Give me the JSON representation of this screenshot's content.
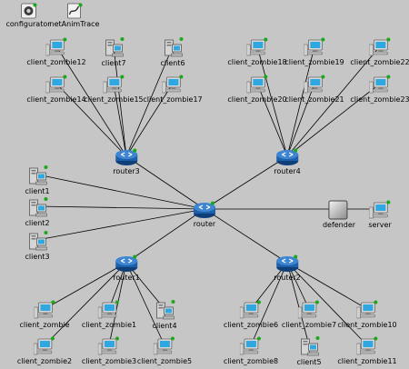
{
  "modules": [
    {
      "id": "configurator",
      "label": "configurator",
      "kind": "configurator"
    },
    {
      "id": "netAnimTrace",
      "label": "netAnimTrace",
      "kind": "trace"
    }
  ],
  "nodes": [
    {
      "id": "client_zombie12",
      "label": "client_zombie12",
      "kind": "workstation"
    },
    {
      "id": "client7",
      "label": "client7",
      "kind": "tower"
    },
    {
      "id": "client6",
      "label": "client6",
      "kind": "tower"
    },
    {
      "id": "client_zombie14",
      "label": "client_zombie14",
      "kind": "workstation"
    },
    {
      "id": "client_zombie15",
      "label": "client_zombie15",
      "kind": "workstation"
    },
    {
      "id": "client_zombie17",
      "label": "client_zombie17",
      "kind": "workstation"
    },
    {
      "id": "client_zombie18",
      "label": "client_zombie18",
      "kind": "workstation"
    },
    {
      "id": "client_zombie19",
      "label": "client_zombie19",
      "kind": "workstation"
    },
    {
      "id": "client_zombie22",
      "label": "client_zombie22",
      "kind": "workstation"
    },
    {
      "id": "client_zombie20",
      "label": "client_zombie20",
      "kind": "workstation"
    },
    {
      "id": "client_zombie21",
      "label": "client_zombie21",
      "kind": "workstation"
    },
    {
      "id": "client_zombie23",
      "label": "client_zombie23",
      "kind": "workstation"
    },
    {
      "id": "router3",
      "label": "router3",
      "kind": "router"
    },
    {
      "id": "router4",
      "label": "router4",
      "kind": "router"
    },
    {
      "id": "client1",
      "label": "client1",
      "kind": "tower"
    },
    {
      "id": "client2",
      "label": "client2",
      "kind": "tower"
    },
    {
      "id": "client3",
      "label": "client3",
      "kind": "tower"
    },
    {
      "id": "router",
      "label": "router",
      "kind": "router"
    },
    {
      "id": "defender",
      "label": "defender",
      "kind": "defender"
    },
    {
      "id": "server",
      "label": "server",
      "kind": "workstation"
    },
    {
      "id": "router1",
      "label": "router1",
      "kind": "router"
    },
    {
      "id": "router2",
      "label": "router2",
      "kind": "router"
    },
    {
      "id": "client_zombie",
      "label": "client_zombie",
      "kind": "workstation"
    },
    {
      "id": "client_zombie1",
      "label": "client_zombie1",
      "kind": "workstation"
    },
    {
      "id": "client4",
      "label": "client4",
      "kind": "tower"
    },
    {
      "id": "client_zombie2",
      "label": "client_zombie2",
      "kind": "workstation"
    },
    {
      "id": "client_zombie3",
      "label": "client_zombie3",
      "kind": "workstation"
    },
    {
      "id": "client_zombie5",
      "label": "client_zombie5",
      "kind": "workstation"
    },
    {
      "id": "client_zombie6",
      "label": "client_zombie6",
      "kind": "workstation"
    },
    {
      "id": "client_zombie7",
      "label": "client_zombie7",
      "kind": "workstation"
    },
    {
      "id": "client_zombie10",
      "label": "client_zombie10",
      "kind": "workstation"
    },
    {
      "id": "client_zombie8",
      "label": "client_zombie8",
      "kind": "workstation"
    },
    {
      "id": "client5",
      "label": "client5",
      "kind": "tower"
    },
    {
      "id": "client_zombie11",
      "label": "client_zombie11",
      "kind": "workstation"
    }
  ],
  "links": [
    [
      "router",
      "router3"
    ],
    [
      "router",
      "router4"
    ],
    [
      "router",
      "router1"
    ],
    [
      "router",
      "router2"
    ],
    [
      "router",
      "client1"
    ],
    [
      "router",
      "client2"
    ],
    [
      "router",
      "client3"
    ],
    [
      "router",
      "defender"
    ],
    [
      "defender",
      "server"
    ],
    [
      "router3",
      "client_zombie12"
    ],
    [
      "router3",
      "client7"
    ],
    [
      "router3",
      "client6"
    ],
    [
      "router3",
      "client_zombie14"
    ],
    [
      "router3",
      "client_zombie15"
    ],
    [
      "router3",
      "client_zombie17"
    ],
    [
      "router4",
      "client_zombie18"
    ],
    [
      "router4",
      "client_zombie19"
    ],
    [
      "router4",
      "client_zombie22"
    ],
    [
      "router4",
      "client_zombie20"
    ],
    [
      "router4",
      "client_zombie21"
    ],
    [
      "router4",
      "client_zombie23"
    ],
    [
      "router1",
      "client_zombie"
    ],
    [
      "router1",
      "client_zombie1"
    ],
    [
      "router1",
      "client4"
    ],
    [
      "router1",
      "client_zombie2"
    ],
    [
      "router1",
      "client_zombie3"
    ],
    [
      "router1",
      "client_zombie5"
    ],
    [
      "router2",
      "client_zombie6"
    ],
    [
      "router2",
      "client_zombie7"
    ],
    [
      "router2",
      "client_zombie10"
    ],
    [
      "router2",
      "client_zombie8"
    ],
    [
      "router2",
      "client5"
    ],
    [
      "router2",
      "client_zombie11"
    ]
  ],
  "colors": {
    "background": "#c6c6c6",
    "link": "#000000",
    "router": "#1d5fa8",
    "monitor_screen": "#2fa7e0",
    "status_dot": "#1aa81a"
  }
}
